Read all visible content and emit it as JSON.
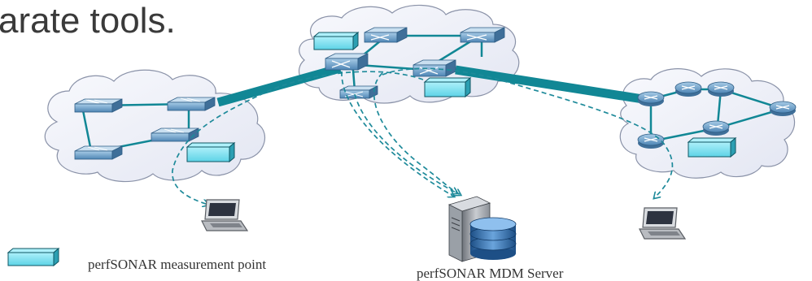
{
  "slide": {
    "title_fragment": "arate tools."
  },
  "legend": {
    "measurement_point_label": "perfSONAR measurement point"
  },
  "server": {
    "label": "perfSONAR MDM Server"
  },
  "colors": {
    "measurement_point_fill": "#5ed3e6",
    "measurement_point_stroke": "#0f5663",
    "backbone_link": "#118795",
    "dashed_path": "#1e8a9a",
    "cloud_fill": "#eef0f8",
    "cloud_stroke": "#8a92a8",
    "switch_fill": "#6aa0c8",
    "router_fill": "#6aa0c8"
  }
}
